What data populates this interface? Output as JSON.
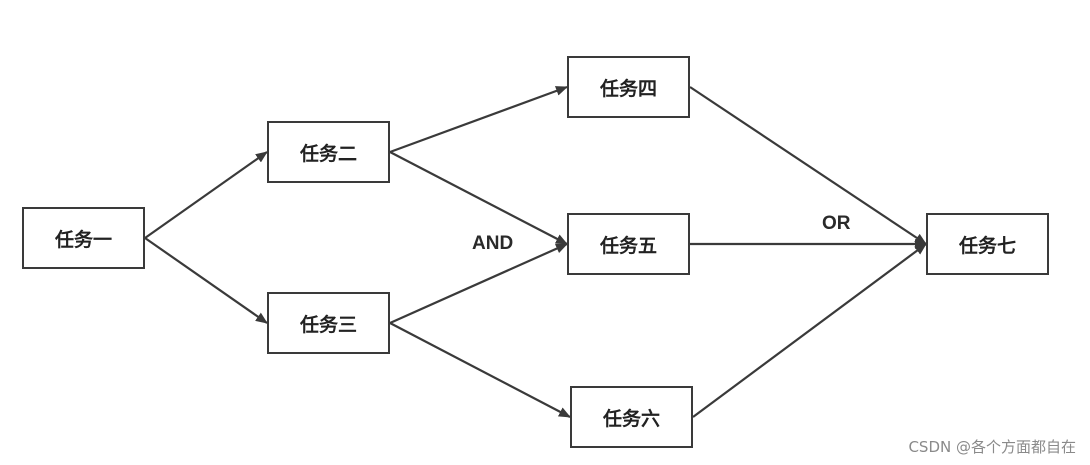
{
  "colors": {
    "stroke": "#3a3a3a",
    "text": "#222222",
    "background": "#ffffff",
    "watermark": "#8a8a8a"
  },
  "nodes": {
    "t1": "任务一",
    "t2": "任务二",
    "t3": "任务三",
    "t4": "任务四",
    "t5": "任务五",
    "t6": "任务六",
    "t7": "任务七"
  },
  "edges": [
    {
      "from": "t1",
      "to": "t2"
    },
    {
      "from": "t1",
      "to": "t3"
    },
    {
      "from": "t2",
      "to": "t4"
    },
    {
      "from": "t2",
      "to": "t5"
    },
    {
      "from": "t3",
      "to": "t5"
    },
    {
      "from": "t3",
      "to": "t6"
    },
    {
      "from": "t4",
      "to": "t7"
    },
    {
      "from": "t5",
      "to": "t7"
    },
    {
      "from": "t6",
      "to": "t7"
    }
  ],
  "labels": {
    "and": "AND",
    "or": "OR"
  },
  "watermark": "CSDN @各个方面都自在"
}
